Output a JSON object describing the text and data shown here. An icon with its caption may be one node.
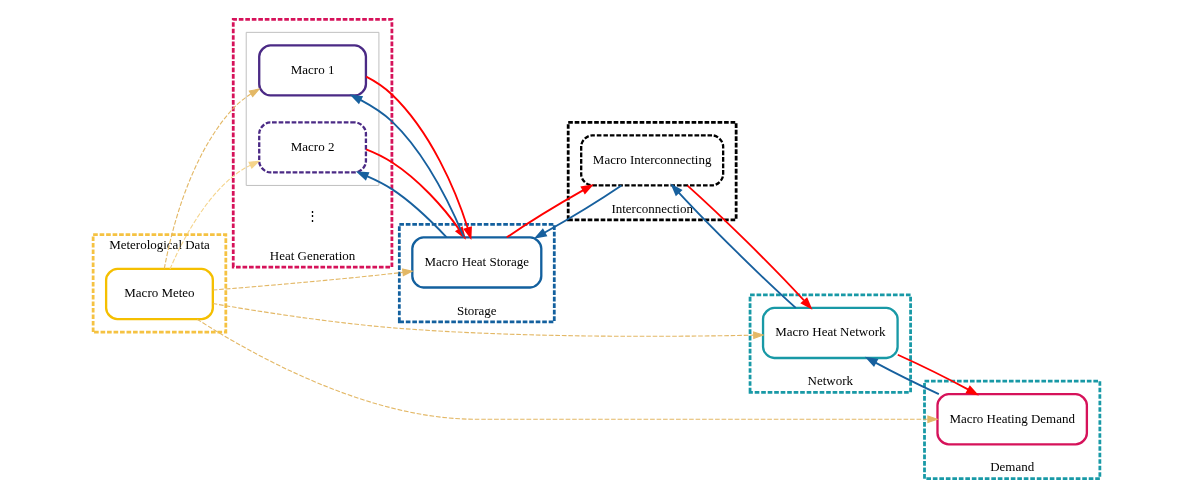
{
  "diagram": {
    "nodes": [
      {
        "text": [
          "Heat Generation"
        ]
      },
      {
        "text": [],
        "shape": "box",
        "in": 0
      },
      {
        "text": [
          "Macro 1"
        ],
        "in": 1
      },
      {
        "text": [
          "Macro 2"
        ],
        "in": 1
      },
      {
        "text": [
          "Storage"
        ]
      },
      {
        "text": [
          "Macro Heat Storage"
        ],
        "in": 4
      },
      {
        "text": [
          "Interconnection"
        ]
      },
      {
        "text": [
          "Macro Interconnecting"
        ],
        "in": 6
      },
      {
        "text": [
          "Network"
        ]
      },
      {
        "text": [
          "Macro Heat Network"
        ],
        "in": 8
      },
      {
        "text": [
          "Demand"
        ]
      },
      {
        "text": [
          "Macro Heating Demand"
        ],
        "in": 10
      },
      {
        "text": [
          "Meterological Data"
        ]
      },
      {
        "text": [
          "Macro Meteo"
        ],
        "in": 12
      }
    ],
    "edges": [
      {
        "from": 13,
        "to": 2,
        "arrow": "to",
        "style": "dashed",
        "color": "#e3b866"
      },
      {
        "from": 13,
        "to": 3,
        "arrow": "to",
        "style": "dashed",
        "color": "#f5d48a"
      },
      {
        "from": 13,
        "to": 5,
        "arrow": "to",
        "style": "dashed",
        "color": "#e3b866"
      },
      {
        "from": 13,
        "to": 9,
        "arrow": "to",
        "style": "dashed",
        "color": "#e3b866"
      },
      {
        "from": 13,
        "to": 11,
        "arrow": "to",
        "style": "dashed",
        "color": "#e3b866"
      },
      {
        "from": 2,
        "to": 5,
        "arrow": "to",
        "color": "#ff0000"
      },
      {
        "from": 3,
        "to": 5,
        "arrow": "to",
        "color": "#ff0000"
      },
      {
        "from": 5,
        "to": 2,
        "arrow": "to",
        "color": "#17609e"
      },
      {
        "from": 5,
        "to": 3,
        "arrow": "to",
        "color": "#17609e"
      },
      {
        "from": 5,
        "to": 7,
        "arrow": "to",
        "color": "#ff0000"
      },
      {
        "from": 7,
        "to": 5,
        "arrow": "to",
        "color": "#17609e"
      },
      {
        "from": 7,
        "to": 9,
        "arrow": "to",
        "color": "#ff0000"
      },
      {
        "from": 9,
        "to": 7,
        "arrow": "to",
        "color": "#17609e"
      },
      {
        "from": 9,
        "to": 11,
        "arrow": "to",
        "color": "#ff0000"
      },
      {
        "from": 11,
        "to": 9,
        "arrow": "to",
        "color": "#17609e"
      }
    ],
    "labels": [
      "⋮"
    ]
  }
}
